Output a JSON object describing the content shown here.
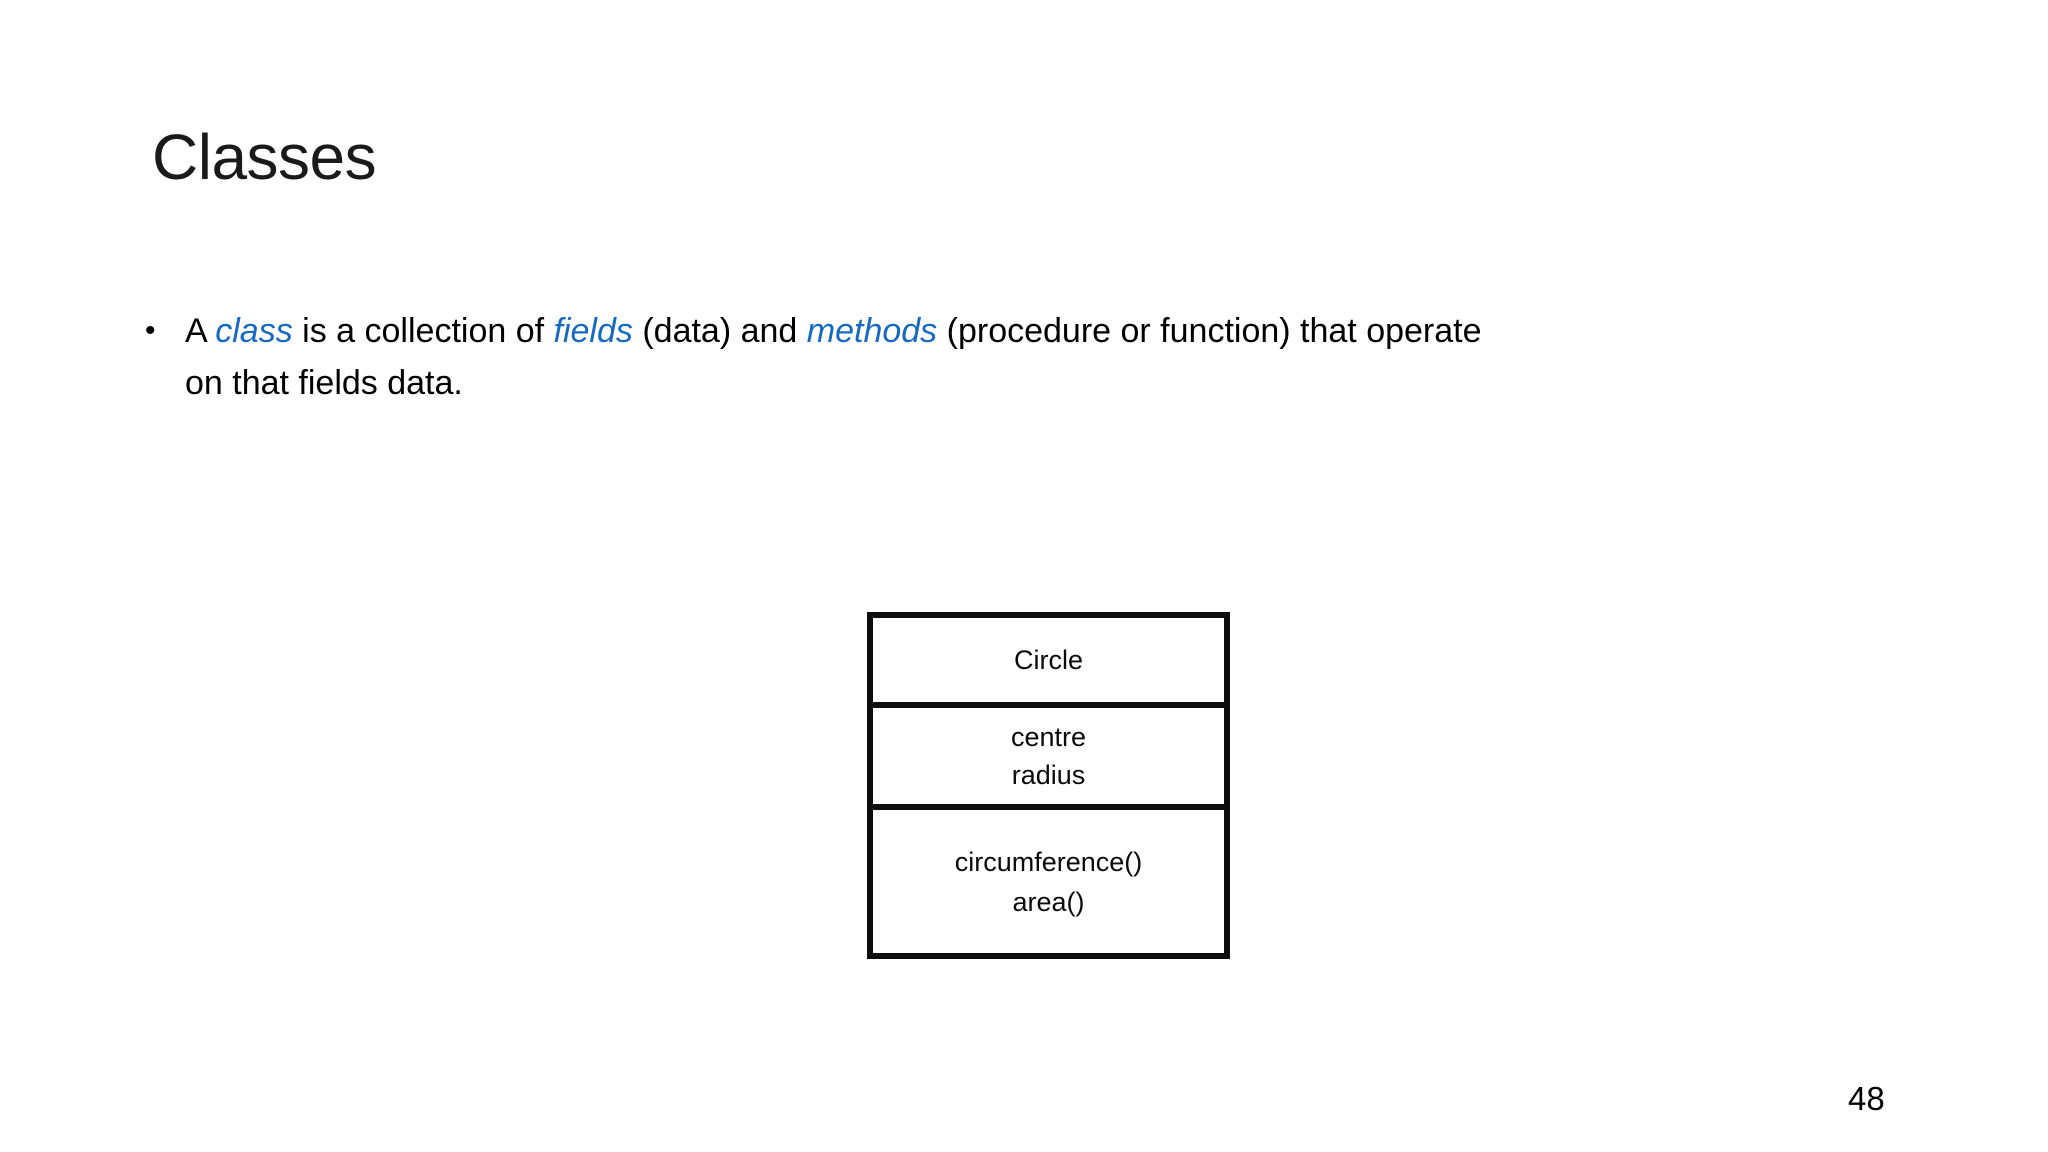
{
  "slide": {
    "title": "Classes",
    "bullet": {
      "marker": "•",
      "segments": [
        {
          "text": "A "
        },
        {
          "text": "class",
          "em": true
        },
        {
          "text": " is a collection of "
        },
        {
          "text": "fields",
          "em": true
        },
        {
          "text": " (data) and "
        },
        {
          "text": "methods",
          "em": true
        },
        {
          "text": " (procedure or function) that operate"
        },
        {
          "break": true
        },
        {
          "text": "on that fields data."
        }
      ]
    },
    "class_diagram": {
      "name": "Circle",
      "fields": [
        "centre",
        "radius"
      ],
      "methods": [
        "circumference()",
        "area()"
      ]
    },
    "page_number": "48",
    "colors": {
      "background": "#FFFFFF",
      "text": "#000000",
      "emphasis_blue": "#1769C2",
      "box_border": "#0D0D0D"
    }
  }
}
